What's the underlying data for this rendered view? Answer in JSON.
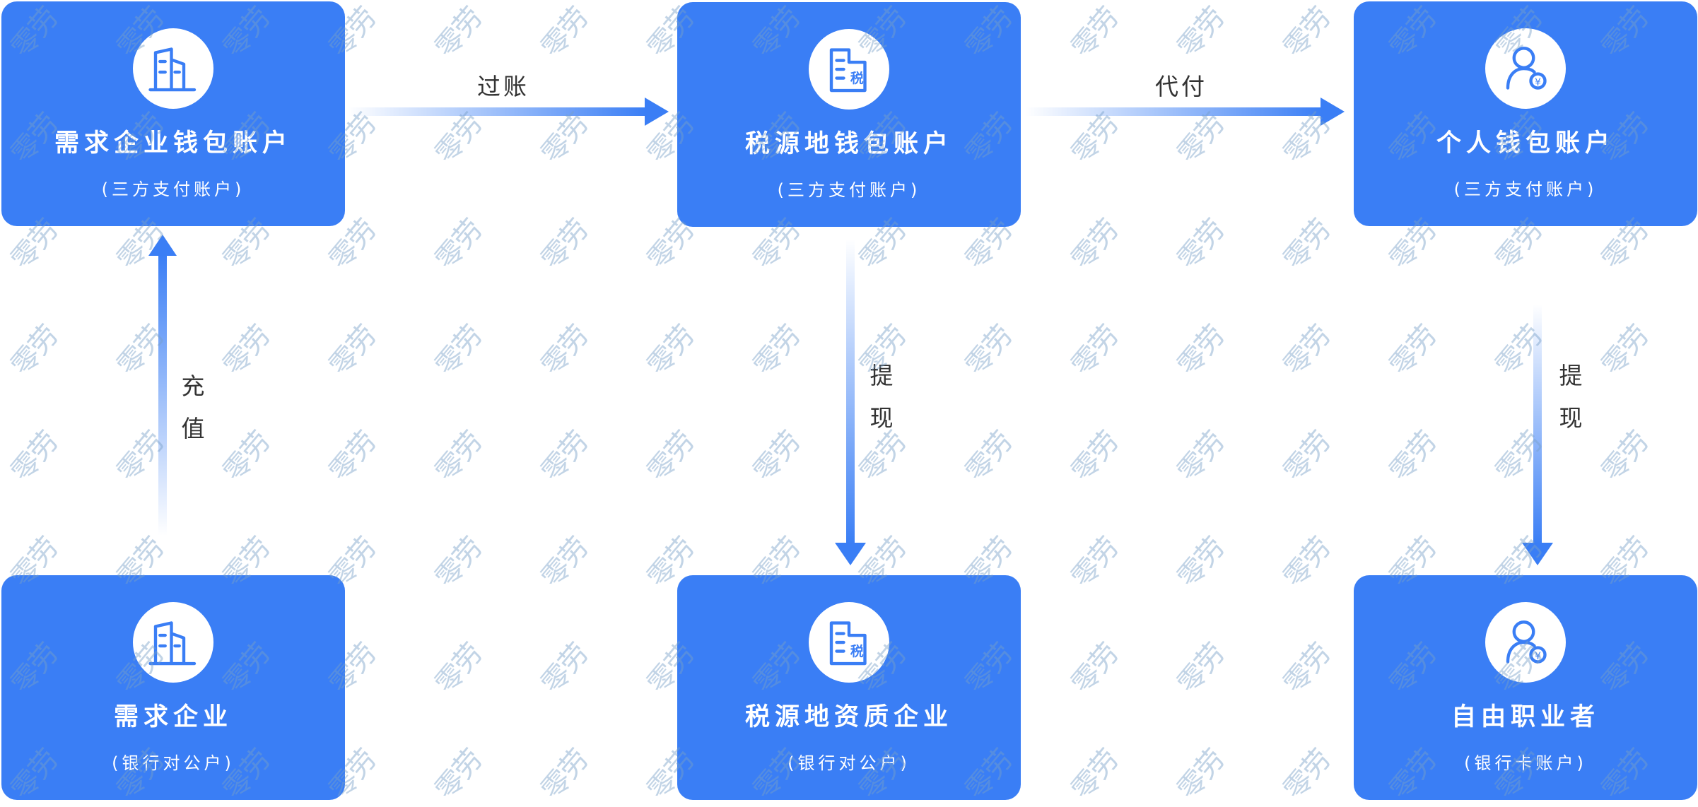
{
  "watermark": "零劳",
  "colors": {
    "box": "#3a7ef5",
    "arrow": "#3a7ef5",
    "label": "#333333"
  },
  "boxes": {
    "demand_wallet": {
      "title": "需求企业钱包账户",
      "subtitle": "(三方支付账户)",
      "icon": "building-icon"
    },
    "tax_wallet": {
      "title": "税源地钱包账户",
      "subtitle": "(三方支付账户)",
      "icon": "tax-building-icon"
    },
    "personal_wallet": {
      "title": "个人钱包账户",
      "subtitle": "(三方支付账户)",
      "icon": "person-yuan-icon"
    },
    "demand_company": {
      "title": "需求企业",
      "subtitle": "(银行对公户)",
      "icon": "building-icon"
    },
    "tax_company": {
      "title": "税源地资质企业",
      "subtitle": "(银行对公户)",
      "icon": "tax-building-icon"
    },
    "freelancer": {
      "title": "自由职业者",
      "subtitle": "(银行卡账户)",
      "icon": "person-yuan-icon"
    }
  },
  "arrows": {
    "transfer": "过账",
    "payout": "代付",
    "recharge": [
      "充",
      "值"
    ],
    "withdraw_tax": [
      "提",
      "现"
    ],
    "withdraw_person": [
      "提",
      "现"
    ]
  }
}
